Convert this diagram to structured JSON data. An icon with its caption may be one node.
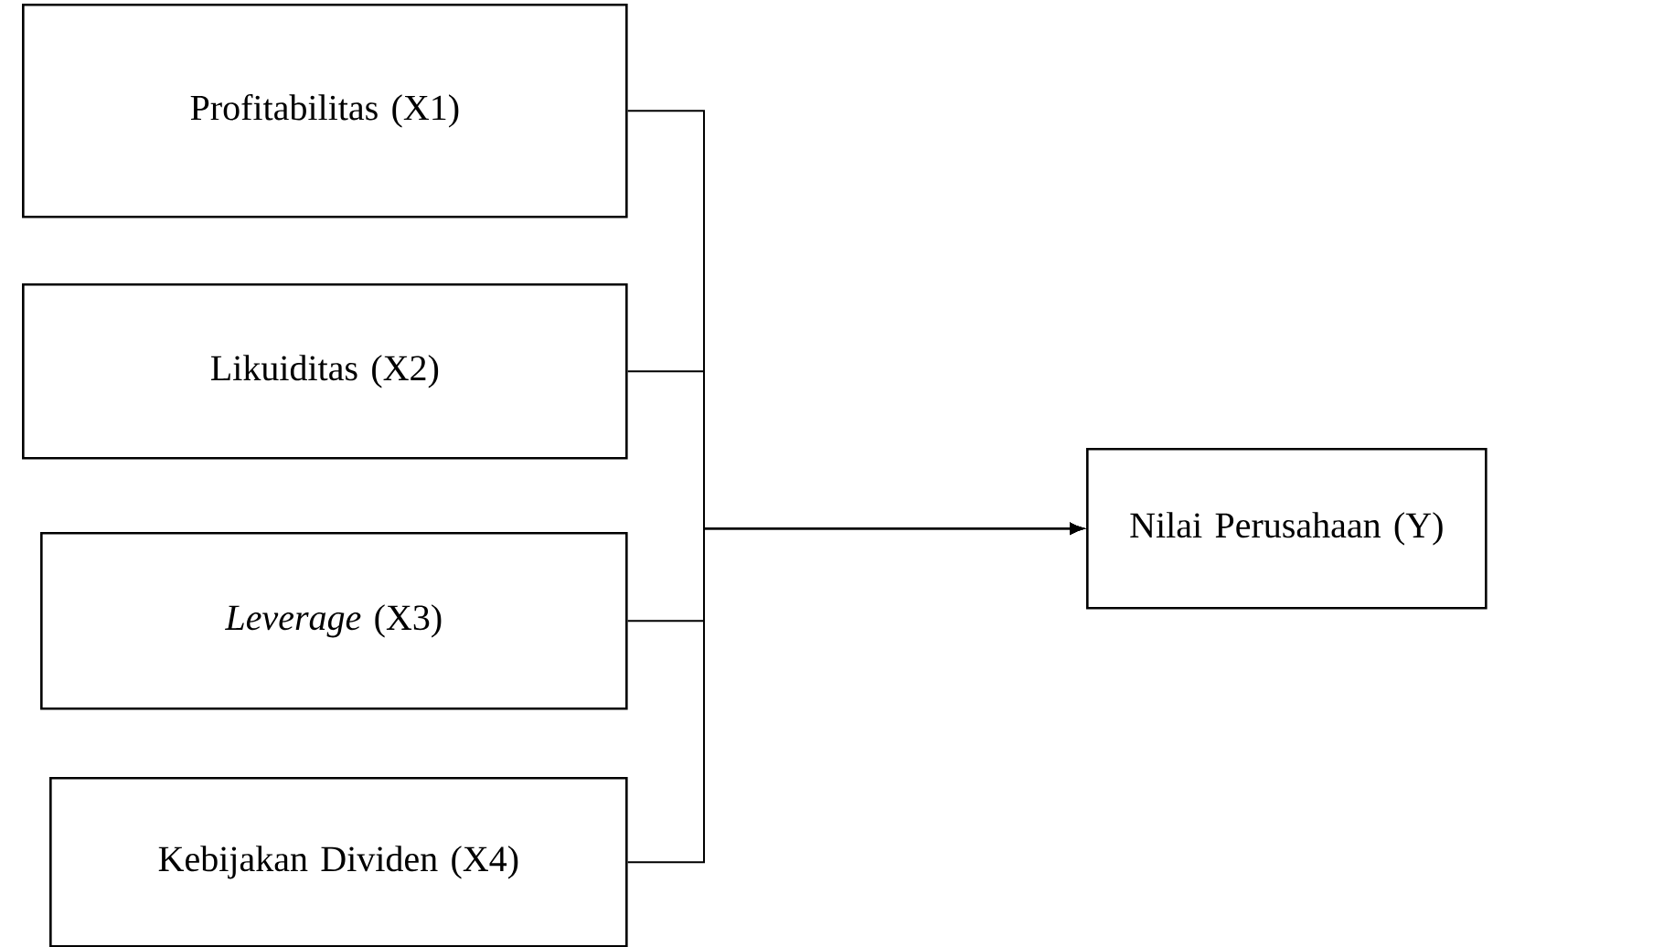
{
  "diagram": {
    "nodes": [
      {
        "text": [
          "Profitabilitas (X1)"
        ]
      },
      {
        "text": [
          "Likuiditas (X2)"
        ]
      },
      {
        "text": [
          "*Leverage* (X3)"
        ]
      },
      {
        "text": [
          "Kebijakan Dividen (X4)"
        ]
      },
      {
        "text": [
          "Nilai Perusahaan (Y)"
        ]
      }
    ],
    "edges": [
      {
        "from": 0,
        "to": 4,
        "arrow": "to"
      },
      {
        "from": 1,
        "to": 4,
        "arrow": "to"
      },
      {
        "from": 2,
        "to": 4,
        "arrow": "to"
      },
      {
        "from": 3,
        "to": 4,
        "arrow": "to"
      }
    ]
  }
}
